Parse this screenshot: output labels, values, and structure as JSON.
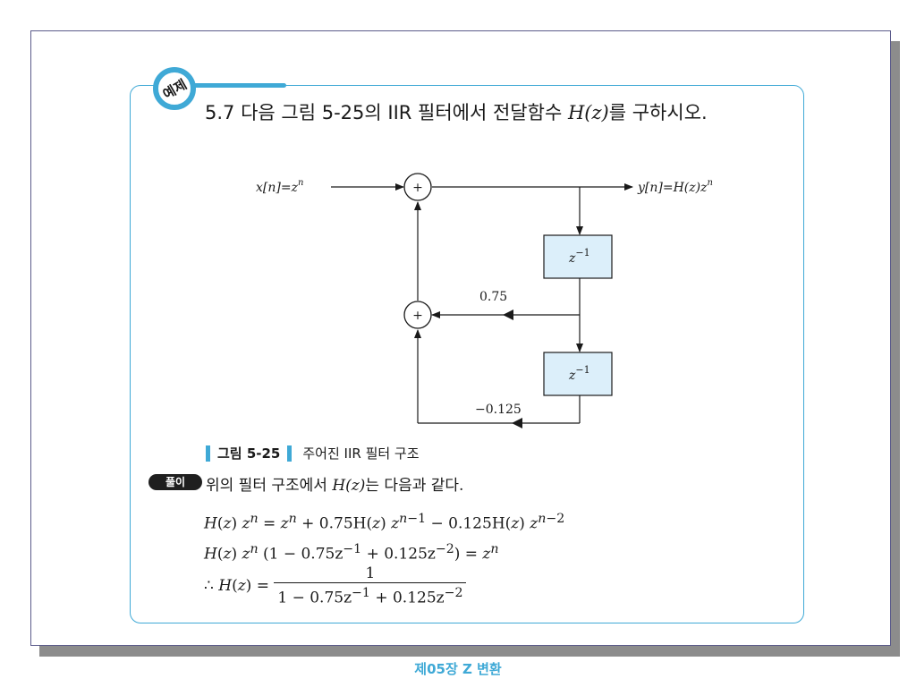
{
  "badge_label": "예제",
  "problem": {
    "number": "5.7",
    "text_before": "다음 그림 5-25의 IIR 필터에서 전달함수",
    "math": "H(z)",
    "text_after": "를 구하시오."
  },
  "diagram": {
    "input_label": "x[n]=z",
    "input_sup": "n",
    "output_label": "y[n]=H(z)z",
    "output_sup": "n",
    "adder_symbol": "+",
    "delay_label": "z",
    "delay_sup": "−1",
    "gain_1": "0.75",
    "gain_2": "−0.125",
    "colors": {
      "block_fill": "#dceffa",
      "line": "#1a1a1a"
    }
  },
  "figure_caption": {
    "number": "그림 5-25",
    "text": "주어진 IIR 필터 구조"
  },
  "solution": {
    "badge": "풀이",
    "intro_before": "위의 필터 구조에서",
    "intro_math": "H(z)",
    "intro_after": "는 다음과 같다.",
    "equations": [
      "H(z) z^n = z^n + 0.75H(z) z^(n−1) − 0.125H(z) z^(n−2)",
      "H(z) z^n (1 − 0.75z^−1 + 0.125z^−2) = z^n",
      "∴ H(z) = 1 / (1 − 0.75z^−1 + 0.125z^−2)"
    ]
  },
  "footer": "제05장 Z 변환",
  "colors": {
    "accent": "#3fa9d6",
    "shadow": "#8c8c8c"
  }
}
